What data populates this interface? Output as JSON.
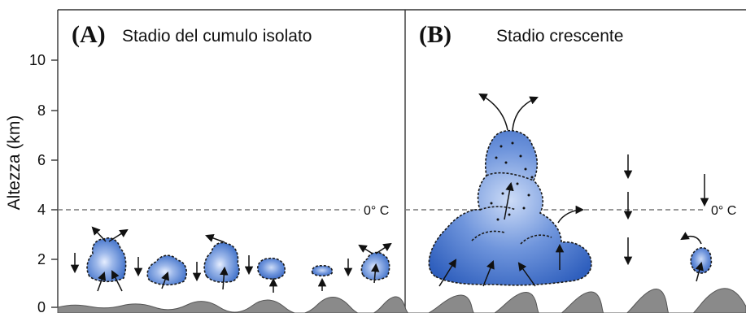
{
  "panels": [
    {
      "letter": "(A)",
      "title": "Stadio del cumulo isolato"
    },
    {
      "letter": "(B)",
      "title": "Stadio crescente"
    }
  ],
  "axis": {
    "title": "Altezza (km)",
    "ticks": [
      "0",
      "2",
      "4",
      "6",
      "8",
      "10"
    ]
  },
  "isotherm_label": "0° C",
  "colors": {
    "cloud_fill": "#3c6ec8",
    "cloud_highlight": "#e6eeff",
    "ground": "#8a8a8a",
    "isotherm": "#777777"
  }
}
